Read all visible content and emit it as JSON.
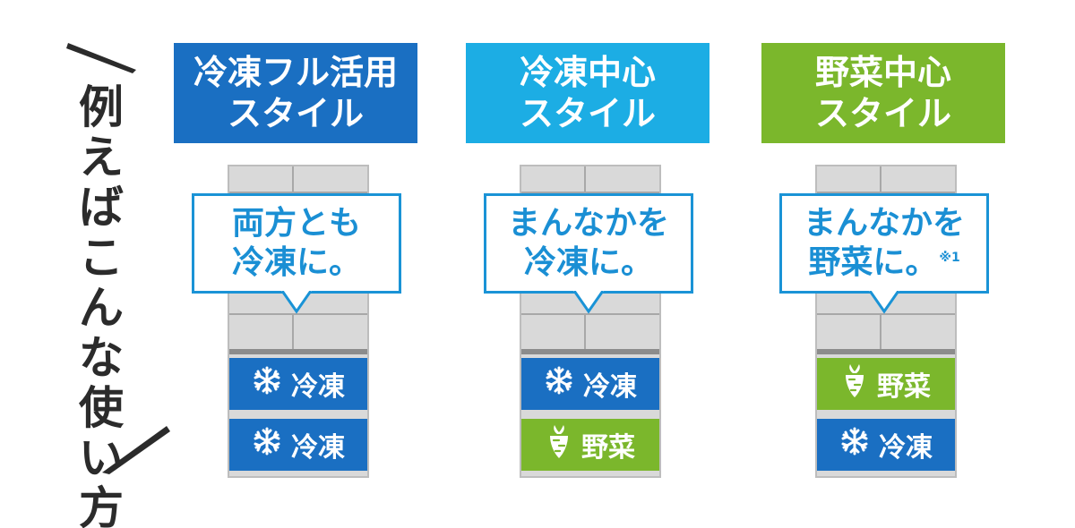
{
  "side_title": [
    "例",
    "え",
    "ば",
    "こ",
    "ん",
    "な",
    "使",
    "い",
    "方"
  ],
  "colors": {
    "blue_dark": "#1a6fc2",
    "blue_light": "#1cade4",
    "green": "#7bb72c",
    "bubble": "#1a8fd4",
    "fridge": "#d9d9d9"
  },
  "columns": [
    {
      "header_line1": "冷凍フル活用",
      "header_line2": "スタイル",
      "header_color": "#1a6fc2",
      "bubble_line1": "両方とも",
      "bubble_line2": "冷凍に。",
      "bubble_note": "",
      "drawers": [
        {
          "type": "freeze",
          "icon": "snowflake-icon",
          "label": "冷凍"
        },
        {
          "type": "freeze",
          "icon": "snowflake-icon",
          "label": "冷凍"
        }
      ]
    },
    {
      "header_line1": "冷凍中心",
      "header_line2": "スタイル",
      "header_color": "#1cade4",
      "bubble_line1": "まんなかを",
      "bubble_line2": "冷凍に。",
      "bubble_note": "",
      "drawers": [
        {
          "type": "freeze",
          "icon": "snowflake-icon",
          "label": "冷凍"
        },
        {
          "type": "veg",
          "icon": "radish-icon",
          "label": "野菜"
        }
      ]
    },
    {
      "header_line1": "野菜中心",
      "header_line2": "スタイル",
      "header_color": "#7bb72c",
      "bubble_line1": "まんなかを",
      "bubble_line2": "野菜に。",
      "bubble_note": "※1",
      "drawers": [
        {
          "type": "veg",
          "icon": "radish-icon",
          "label": "野菜"
        },
        {
          "type": "freeze",
          "icon": "snowflake-icon",
          "label": "冷凍"
        }
      ]
    }
  ]
}
